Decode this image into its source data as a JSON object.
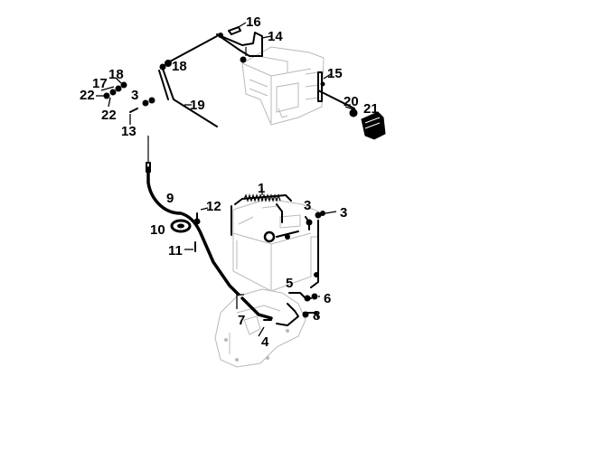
{
  "callouts": {
    "c1": "1",
    "c3a": "3",
    "c3b": "3",
    "c3c": "3",
    "c4": "4",
    "c5": "5",
    "c6": "6",
    "c7": "7",
    "c8": "8",
    "c9": "9",
    "c10": "10",
    "c11": "11",
    "c12": "12",
    "c13": "13",
    "c14": "14",
    "c15": "15",
    "c16": "16",
    "c17": "17",
    "c18a": "18",
    "c18b": "18",
    "c19": "19",
    "c20": "20",
    "c21": "21",
    "c22a": "22",
    "c22b": "22"
  }
}
